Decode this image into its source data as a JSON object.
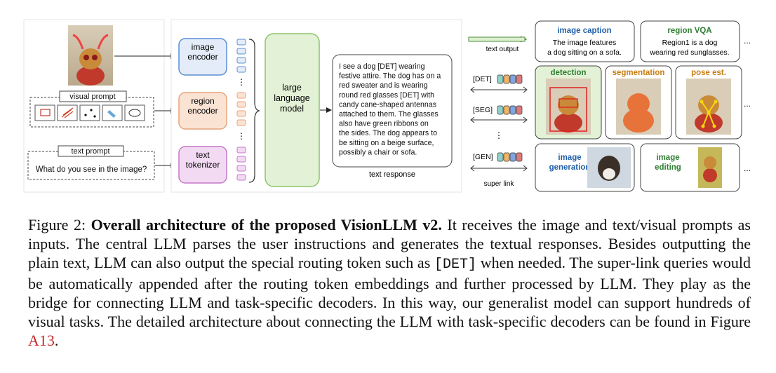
{
  "figure": {
    "input_panel": {
      "visual_prompt_label": "visual prompt",
      "text_prompt_label": "text prompt",
      "text_prompt_value": "What do you see in the image?"
    },
    "encoders": {
      "image_encoder": "image\nencoder",
      "region_encoder": "region\nencoder",
      "text_tokenizer": "text\ntokenizer",
      "llm": "large\nlanguage\nmodel"
    },
    "text_response": {
      "lines": [
        "I see a dog [DET] wearing",
        "festive attire. The dog has on a",
        "red sweater and is wearing",
        "round red glasses [DET] with",
        "candy cane-shaped antennas",
        "attached to them. The glasses",
        "also have green ribbons on",
        "the sides. The dog appears to",
        "be sitting on a beige surface,",
        "possibly a chair or sofa."
      ],
      "label": "text response"
    },
    "routing": {
      "text_output": "text output",
      "det": "[DET]",
      "seg": "[SEG]",
      "gen": "[GEN]",
      "super_link": "super link",
      "ellipsis": "⋮"
    },
    "tasks": {
      "image_caption": {
        "title": "image caption",
        "line1": "The image features",
        "line2": "a dog sitting on a sofa."
      },
      "region_vqa": {
        "title": "region VQA",
        "line1": "Region1 is a dog",
        "line2": "wearing red sunglasses."
      },
      "detection": "detection",
      "segmentation": "segmentation",
      "pose": "pose est.",
      "image_generation": "image\ngeneration",
      "image_editing": "image\nediting",
      "more": "..."
    },
    "colors": {
      "blue": "#5b8fd6",
      "blue_fill": "#e3ecf8",
      "orange": "#e8a37a",
      "orange_fill": "#fbe3d4",
      "pink": "#c479c8",
      "pink_fill": "#f3daf3",
      "green": "#8cc46b",
      "green_fill": "#e3f2d6",
      "title_blue": "#1f5fa8",
      "title_green": "#2f7d32",
      "title_orange": "#c77d12"
    }
  },
  "caption": {
    "prefix": "Figure 2: ",
    "bold": "Overall architecture of the proposed VisionLLM v2.",
    "part1": " It receives the image and text/visual prompts as inputs. The central LLM parses the user instructions and generates the textual responses. Besides outputting the plain text, LLM can also output the special routing token such as ",
    "code": "[DET]",
    "part2": " when needed. The super-link queries would be automatically appended after the routing token embeddings and further processed by LLM. They play as the bridge for connecting LLM and task-specific decoders. In this way, our generalist model can support hundreds of visual tasks. The detailed architecture about connecting the LLM with task-specific decoders can be found in Figure ",
    "ref": "A13",
    "end": "."
  }
}
